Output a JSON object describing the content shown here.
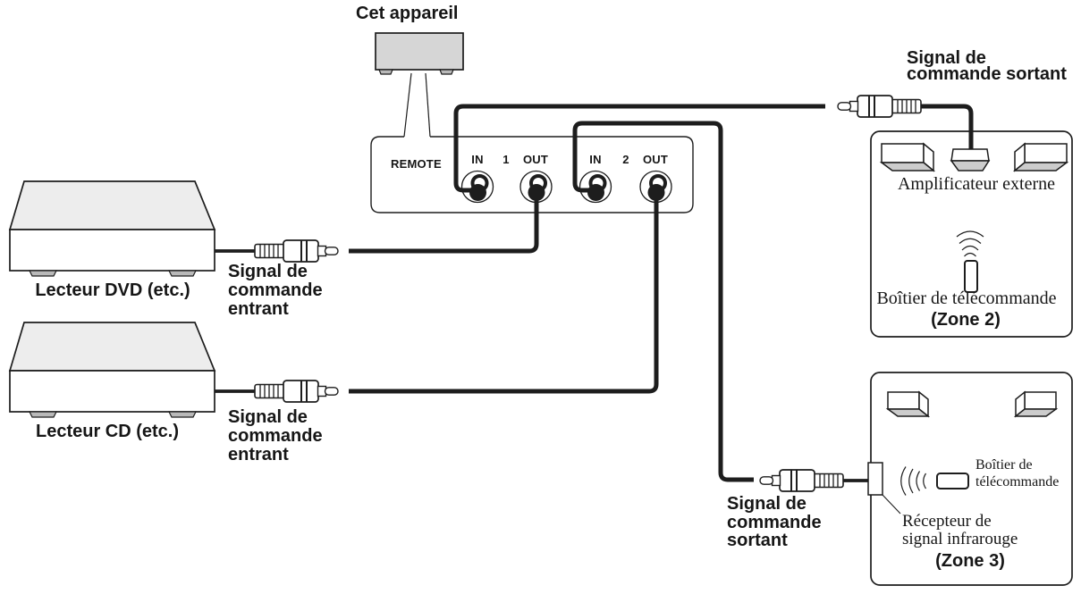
{
  "unit": {
    "label": "Cet appareil"
  },
  "remote_panel": {
    "title": "REMOTE",
    "jack_in": "IN",
    "jack_out": "OUT",
    "group1": "1",
    "group2": "2"
  },
  "sources": {
    "dvd": {
      "name": "Lecteur DVD (etc.)"
    },
    "cd": {
      "name": "Lecteur CD (etc.)"
    },
    "incoming_signal": [
      "Signal de",
      "commande",
      "entrant"
    ]
  },
  "outgoing_top": [
    "Signal de",
    "commande sortant"
  ],
  "outgoing_bottom": [
    "Signal de",
    "commande",
    "sortant"
  ],
  "zone2": {
    "amplifier": "Amplificateur externe",
    "remote_box": "Boîtier de télécommande",
    "zone": "(Zone 2)"
  },
  "zone3": {
    "remote_box": [
      "Boîtier de",
      "télécommande"
    ],
    "ir_receiver": [
      "Récepteur de",
      "signal infrarouge"
    ],
    "zone": "(Zone 3)"
  },
  "colors": {
    "line": "#1d1d1d",
    "unit_fill": "#d6d6d6",
    "device_top_fill": "#ededed",
    "shade_fill": "#cccccc",
    "feet_fill": "#b9b9b9",
    "background": "#ffffff"
  }
}
